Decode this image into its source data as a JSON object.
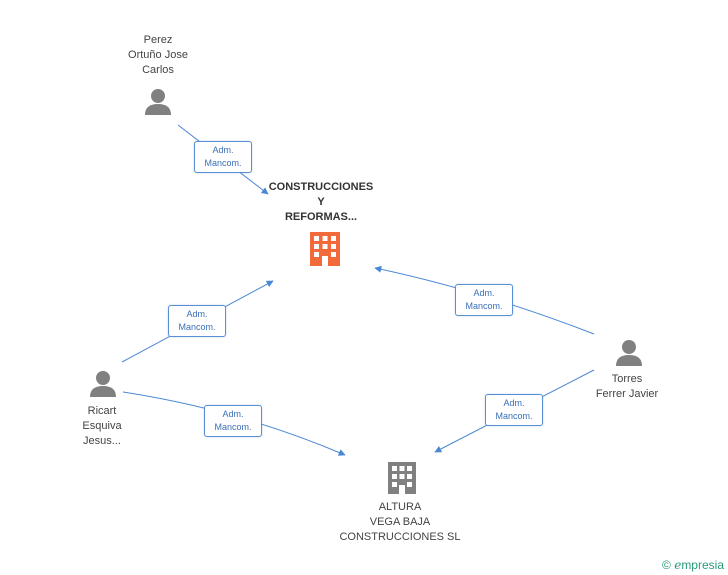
{
  "nodes": {
    "perez": {
      "lines": [
        "Perez",
        "Ortuño Jose",
        "Carlos"
      ]
    },
    "construcciones": {
      "lines": [
        "CONSTRUCCIONES",
        "Y",
        "REFORMAS..."
      ]
    },
    "ricart": {
      "lines": [
        "Ricart",
        "Esquiva",
        "Jesus..."
      ]
    },
    "torres": {
      "lines": [
        "Torres",
        "Ferrer Javier"
      ]
    },
    "altura": {
      "lines": [
        "ALTURA",
        "VEGA BAJA",
        "CONSTRUCCIONES SL"
      ]
    }
  },
  "edges": [
    {
      "line1": "Adm.",
      "line2": "Mancom."
    },
    {
      "line1": "Adm.",
      "line2": "Mancom."
    },
    {
      "line1": "Adm.",
      "line2": "Mancom."
    },
    {
      "line1": "Adm.",
      "line2": "Mancom."
    },
    {
      "line1": "Adm.",
      "line2": "Mancom."
    }
  ],
  "colors": {
    "edge": "#4a86d4",
    "person": "#808080",
    "company_primary": "#f26a3a",
    "company_secondary": "#808080"
  },
  "footer": {
    "copyright_symbol": "©",
    "brand_first": "e",
    "brand_rest": "mpresia"
  }
}
